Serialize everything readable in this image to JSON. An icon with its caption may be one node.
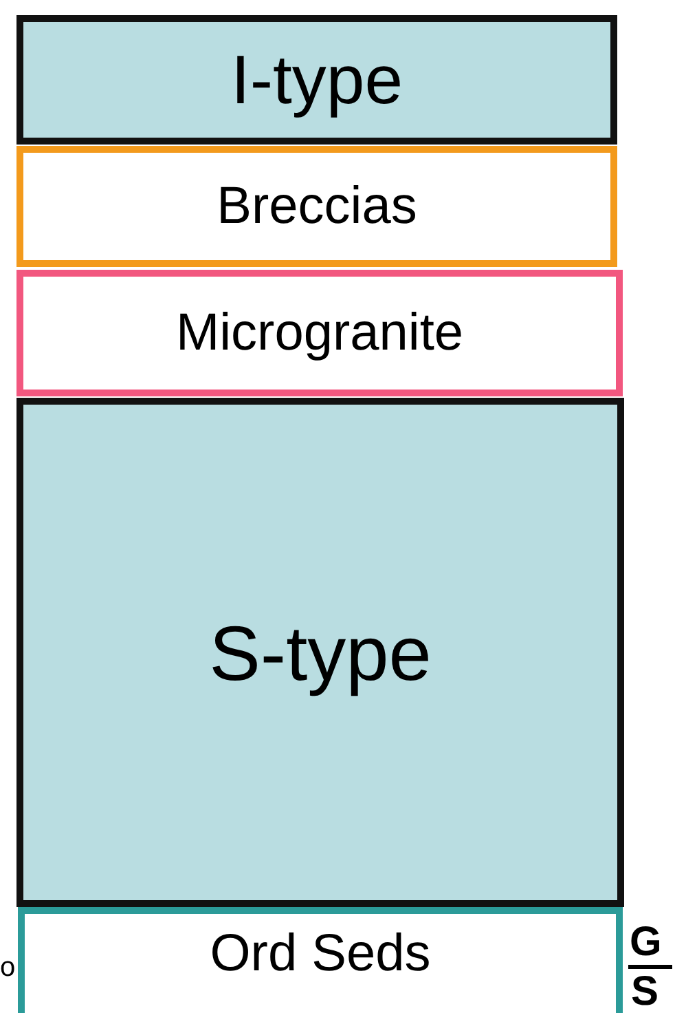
{
  "diagram": {
    "nodes": [
      {
        "text": [
          "I-type"
        ]
      },
      {
        "text": [
          "Breccias"
        ]
      },
      {
        "text": [
          "Microgranite"
        ]
      },
      {
        "text": [
          "S-type"
        ]
      },
      {
        "text": [
          "Ord Seds"
        ]
      }
    ],
    "labels": [
      "o",
      "G",
      "S"
    ]
  }
}
